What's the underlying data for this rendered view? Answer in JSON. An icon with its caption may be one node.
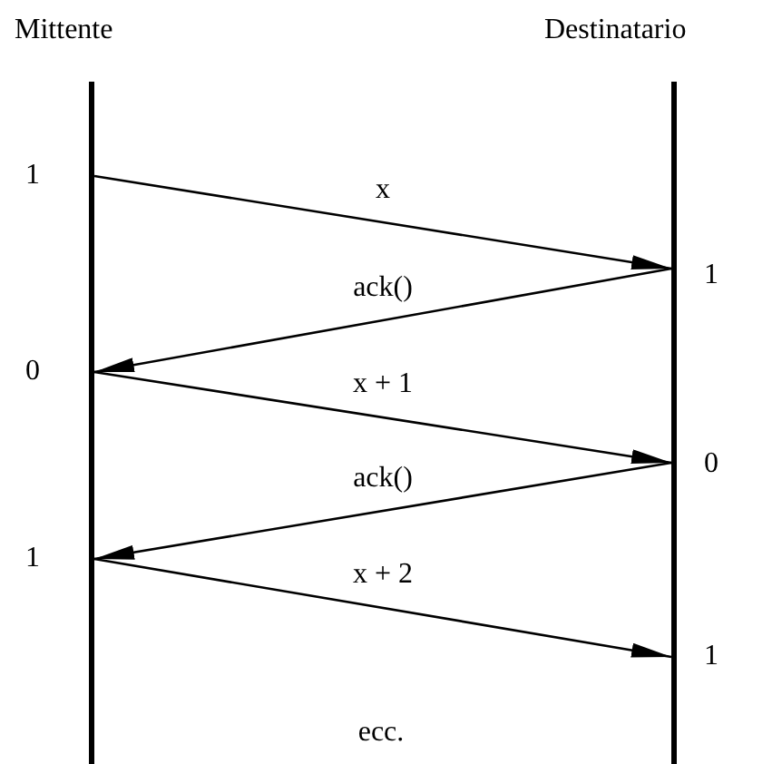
{
  "diagram": {
    "nodes": [
      {
        "text": [
          "Mittente"
        ]
      },
      {
        "text": [
          "Destinatario"
        ]
      }
    ],
    "edges": [
      {
        "from": 0,
        "to": 1,
        "arrow": "to",
        "label": "x"
      },
      {
        "from": 1,
        "to": 0,
        "arrow": "to",
        "label": "ack()"
      },
      {
        "from": 0,
        "to": 1,
        "arrow": "to",
        "label": "x + 1"
      },
      {
        "from": 1,
        "to": 0,
        "arrow": "to",
        "label": "ack()"
      },
      {
        "from": 0,
        "to": 1,
        "arrow": "to",
        "label": "x + 2"
      }
    ],
    "labels": [
      "1",
      "1",
      "0",
      "0",
      "1",
      "1",
      "ecc."
    ]
  }
}
